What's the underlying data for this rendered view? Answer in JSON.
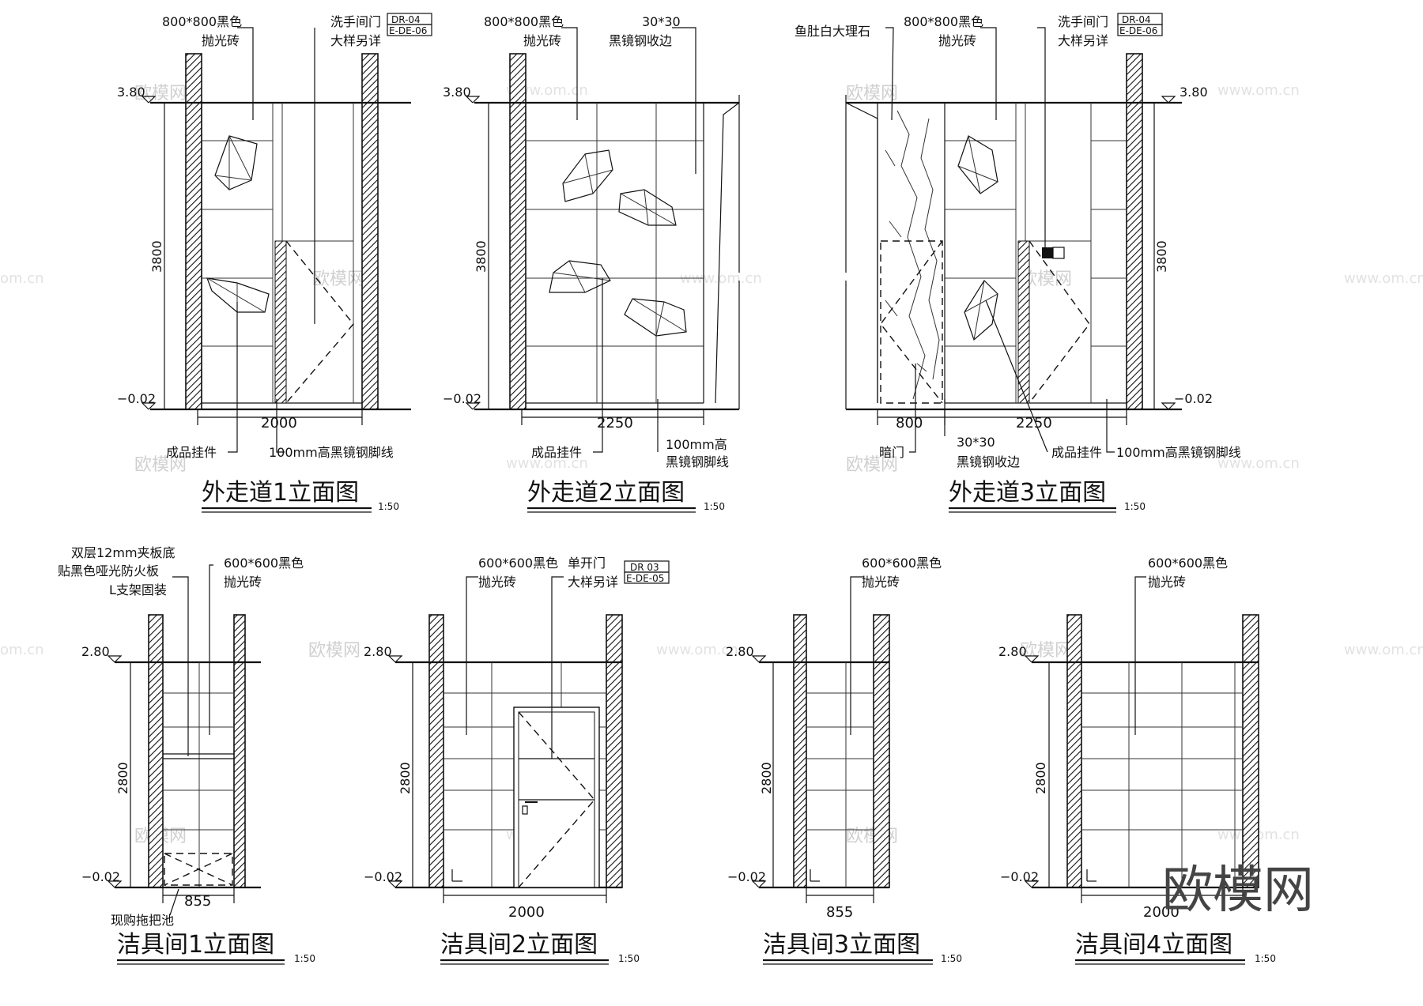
{
  "levels": {
    "top": "3.80",
    "top_small": "2.80",
    "floor": "−0.02"
  },
  "heights": {
    "corridor": "3800",
    "closet": "2800"
  },
  "widths": {
    "w2000": "2000",
    "w2250": "2250",
    "w800": "800",
    "w855": "855"
  },
  "labels": {
    "tile800_a": "800*800黑色",
    "tile800_b": "抛光砖",
    "tile600_a": "600*600黑色",
    "tile600_b": "抛光砖",
    "door_wash_a": "洗手间门",
    "door_wash_b": "大样另详",
    "steel_30_a": "30*30",
    "steel_30_b": "黑镜钢收边",
    "marble": "鱼肚白大理石",
    "pendant": "成品挂件",
    "skirting": "100mm高黑镜钢脚线",
    "skirting_a": "100mm高",
    "skirting_b": "黑镜钢脚线",
    "hidden_door": "暗门",
    "board_a": "双层12mm夹板底",
    "board_b": "贴黑色哑光防火板",
    "board_c": "L支架固装",
    "single_door_a": "单开门",
    "single_door_b": "大样另详",
    "mop_sink": "现购拖把池"
  },
  "tags": {
    "dr04": "DR-04",
    "ede06": "E-DE-06",
    "dr03": "DR 03",
    "ede05": "E-DE-05"
  },
  "titles": {
    "c1": "外走道1立面图",
    "c2": "外走道2立面图",
    "c3": "外走道3立面图",
    "j1": "洁具间1立面图",
    "j2": "洁具间2立面图",
    "j3": "洁具间3立面图",
    "j4": "洁具间4立面图"
  },
  "scale": "1:50",
  "watermark": {
    "brand": "欧模网",
    "url": "www.om.cn",
    "url_short": "om.cn"
  }
}
